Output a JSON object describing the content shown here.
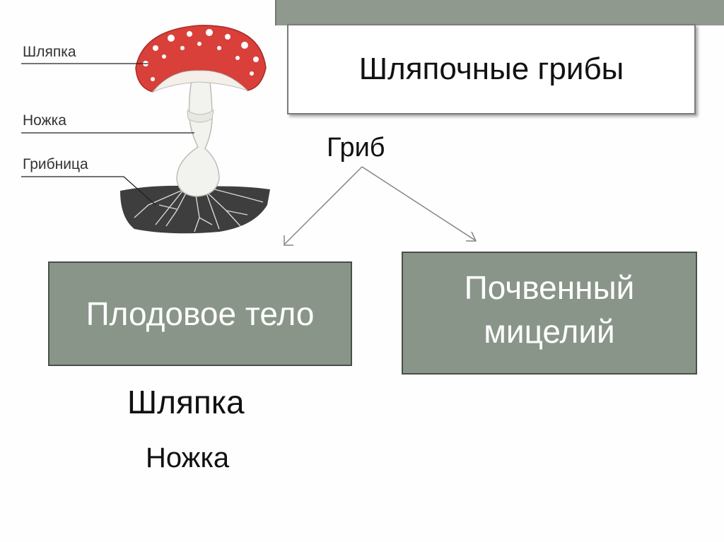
{
  "title": "Шляпочные грибы",
  "diagram": {
    "root": "Гриб",
    "left_box": "Плодовое тело",
    "right_box": [
      "Почвенный",
      "мицелий"
    ],
    "left_parts": [
      "Шляпка",
      "Ножка"
    ]
  },
  "illustration": {
    "labels": [
      "Шляпка",
      "Ножка",
      "Грибница"
    ]
  },
  "colors": {
    "box_fill": "#8a9589",
    "top_bar": "#8f998e",
    "cap_red": "#d9403a"
  }
}
